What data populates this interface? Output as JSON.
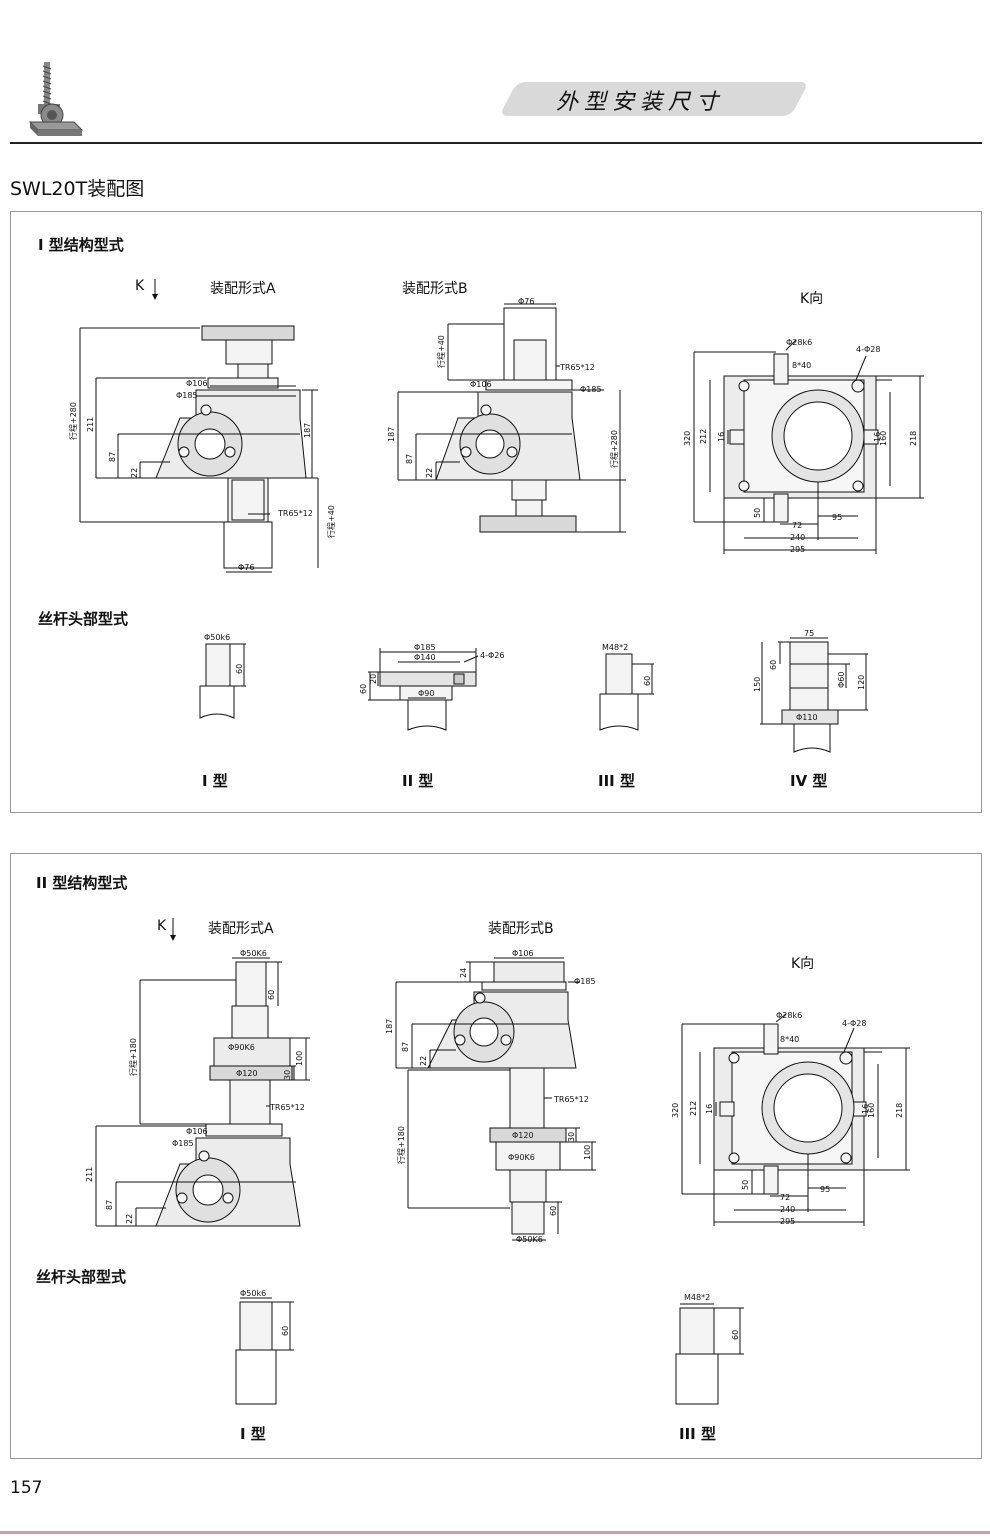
{
  "header": {
    "section_title": "外型安装尺寸"
  },
  "document": {
    "title": "SWL20T装配图",
    "page_number": "157"
  },
  "panel1": {
    "title": "I 型结构型式",
    "k_arrow": "K",
    "view_a": "装配形式A",
    "view_b": "装配形式B",
    "view_k": "K向",
    "subtitle": "丝杆头部型式",
    "types": [
      "I 型",
      "II 型",
      "III 型",
      "IV 型"
    ]
  },
  "panel2": {
    "title": "II 型结构型式",
    "k_arrow": "K",
    "view_a": "装配形式A",
    "view_b": "装配形式B",
    "view_k": "K向",
    "subtitle": "丝杆头部型式",
    "types": [
      "I 型",
      "III 型"
    ]
  },
  "dims": {
    "p1a": [
      "行程+280",
      "211",
      "87",
      "22",
      "187",
      "Φ106",
      "Φ185",
      "TR65*12",
      "行程+40",
      "Φ76"
    ],
    "p1b": [
      "Φ76",
      "行程+40",
      "TR65*12",
      "Φ106",
      "Φ185",
      "187",
      "87",
      "22",
      "行程+280"
    ],
    "k": [
      "Φ28k6",
      "4-Φ28",
      "8*40",
      "320",
      "212",
      "16",
      "160",
      "218",
      "16",
      "50",
      "72",
      "95",
      "240",
      "295"
    ],
    "h1": [
      "Φ50k6",
      "60"
    ],
    "h2": [
      "Φ185",
      "Φ140",
      "4-Φ26",
      "60",
      "20",
      "Φ90"
    ],
    "h3": [
      "M48*2",
      "60"
    ],
    "h4": [
      "75",
      "60",
      "150",
      "Φ60",
      "120",
      "Φ110"
    ],
    "p2a": [
      "Φ50K6",
      "60",
      "行程+180",
      "Φ90K6",
      "100",
      "Φ120",
      "30",
      "TR65*12",
      "Φ106",
      "Φ185",
      "211",
      "87",
      "22"
    ],
    "p2b": [
      "Φ106",
      "24",
      "Φ185",
      "187",
      "87",
      "22",
      "TR65*12",
      "Φ120",
      "30",
      "行程+180",
      "Φ90K6",
      "100",
      "60",
      "Φ50K6"
    ],
    "p2h1": [
      "Φ50k6",
      "60"
    ],
    "p2h3": [
      "M48*2",
      "60"
    ]
  }
}
